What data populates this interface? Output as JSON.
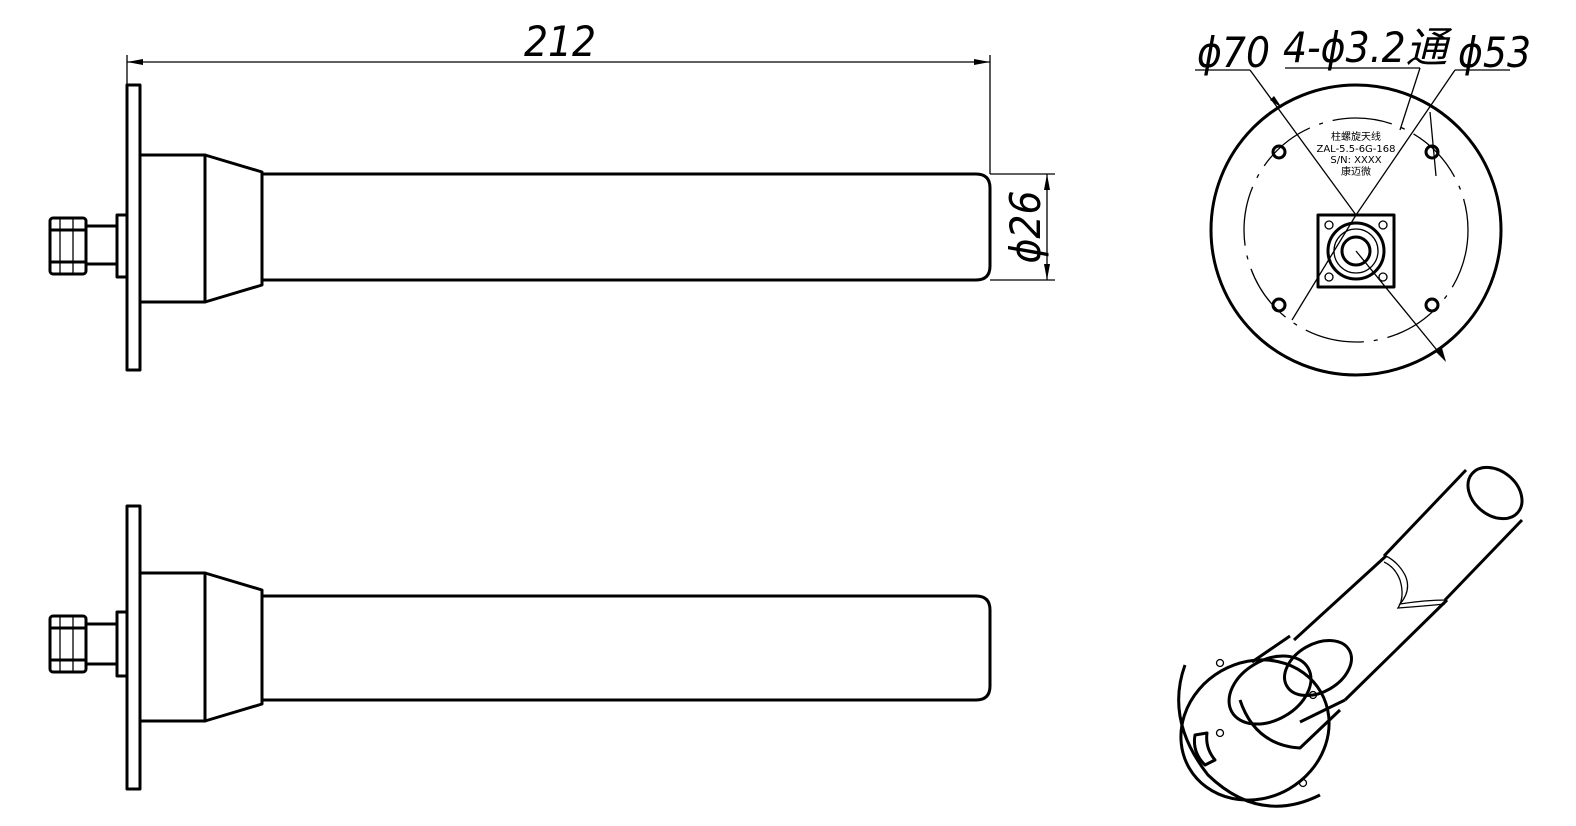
{
  "dimensions": {
    "length": "212",
    "tube_diameter": "ϕ26",
    "flange_diameter": "ϕ70",
    "holes": "4-ϕ3.2通",
    "hole_circle": "ϕ53"
  },
  "label": {
    "line1": "柱螺旋天线",
    "line2": "ZAL-5.5-6G-168",
    "line3": "S/N: XXXX",
    "line4": "康迈微"
  },
  "colors": {
    "line": "#000000",
    "background": "#ffffff"
  }
}
